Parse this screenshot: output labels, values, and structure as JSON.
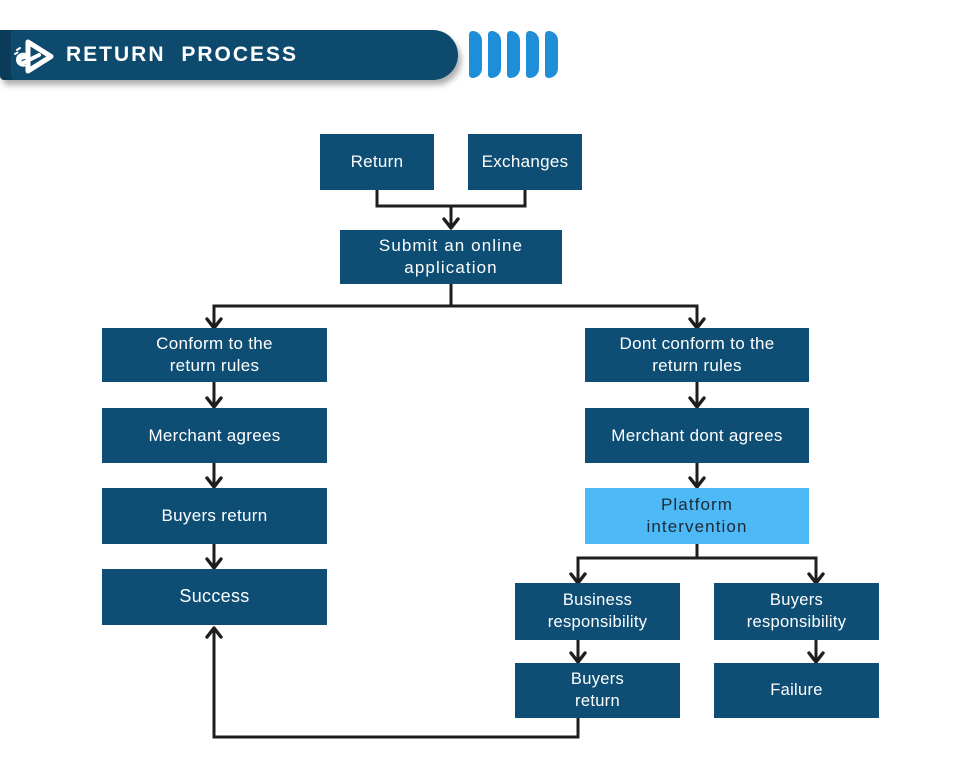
{
  "header": {
    "title": "RETURN PROCESS",
    "logo_icon": "wrench-play-logo-icon",
    "decor_stripe_count": 5
  },
  "colors": {
    "banner_navy": "#0d4a6e",
    "node_navy": "#0e4e74",
    "highlight_blue": "#4db9f7",
    "decor_blue": "#1e8ed8",
    "connector": "#1e1e1e",
    "node_text": "#ffffff",
    "highlight_text": "#1c2b33"
  },
  "flowchart": {
    "nodes": {
      "return": {
        "label": "Return"
      },
      "exchanges": {
        "label": "Exchanges"
      },
      "submit": {
        "label": "Submit an online\napplication"
      },
      "conform": {
        "label": "Conform to the\nreturn rules"
      },
      "merchant_agrees": {
        "label": "Merchant agrees"
      },
      "buyers_return_left": {
        "label": "Buyers return"
      },
      "success": {
        "label": "Success"
      },
      "dont_conform": {
        "label": "Dont conform to the\nreturn rules"
      },
      "merchant_dont_agrees": {
        "label": "Merchant dont agrees"
      },
      "platform": {
        "label": "Platform\nintervention"
      },
      "business_resp": {
        "label": "Business\nresponsibility"
      },
      "buyers_resp": {
        "label": "Buyers\nresponsibility"
      },
      "buyers_return_bottom": {
        "label": "Buyers\nreturn"
      },
      "failure": {
        "label": "Failure"
      }
    },
    "edges": [
      {
        "from": "return",
        "to": "submit"
      },
      {
        "from": "exchanges",
        "to": "submit"
      },
      {
        "from": "submit",
        "to": "conform"
      },
      {
        "from": "submit",
        "to": "dont_conform"
      },
      {
        "from": "conform",
        "to": "merchant_agrees"
      },
      {
        "from": "merchant_agrees",
        "to": "buyers_return_left"
      },
      {
        "from": "buyers_return_left",
        "to": "success"
      },
      {
        "from": "dont_conform",
        "to": "merchant_dont_agrees"
      },
      {
        "from": "merchant_dont_agrees",
        "to": "platform"
      },
      {
        "from": "platform",
        "to": "business_resp"
      },
      {
        "from": "platform",
        "to": "buyers_resp"
      },
      {
        "from": "business_resp",
        "to": "buyers_return_bottom"
      },
      {
        "from": "buyers_resp",
        "to": "failure"
      },
      {
        "from": "buyers_return_bottom",
        "to": "success"
      }
    ]
  }
}
